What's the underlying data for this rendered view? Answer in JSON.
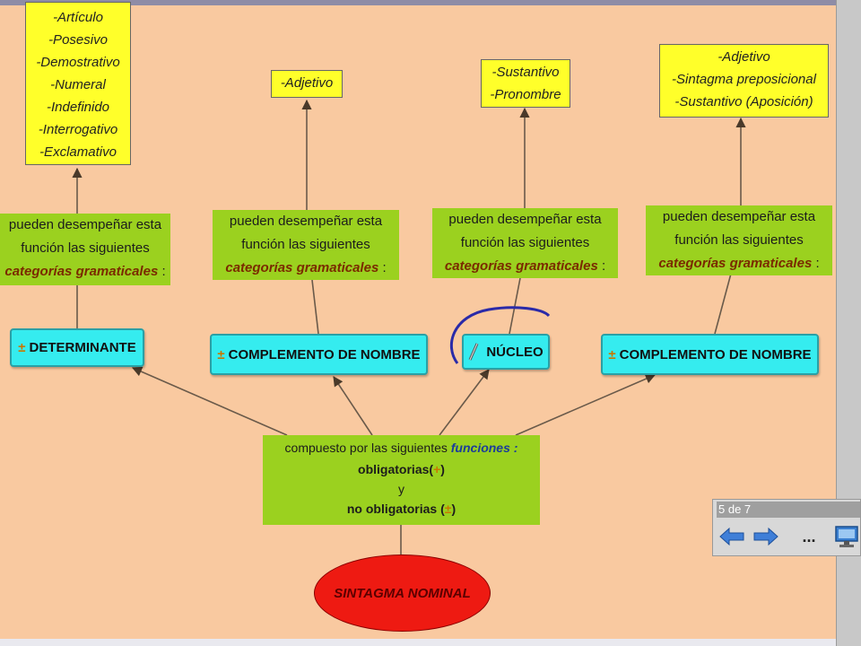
{
  "top_boxes": {
    "determinante": [
      "-Artículo",
      "-Posesivo",
      "-Demostrativo",
      "-Numeral",
      "-Indefinido",
      "-Interrogativo",
      "-Exclamativo"
    ],
    "complemento_1": [
      "-Adjetivo"
    ],
    "nucleo": [
      "-Sustantivo",
      "-Pronombre"
    ],
    "complemento_2": [
      "-Adjetivo",
      "-Sintagma preposicional",
      "-Sustantivo (Aposición)"
    ]
  },
  "green_boxes": [
    {
      "line1": "pueden desempeñar esta",
      "line2": "función las siguientes",
      "line3": "categorías gramaticales",
      "line3_suffix": " :"
    },
    {
      "line1": "pueden desempeñar esta",
      "line2": "función las siguientes",
      "line3": "categorías gramaticales",
      "line3_suffix": " :"
    },
    {
      "line1": "pueden desempeñar esta",
      "line2": "función las siguientes",
      "line3": "categorías gramaticales",
      "line3_suffix": " :"
    },
    {
      "line1": "pueden desempeñar esta",
      "line2": "función las siguientes",
      "line3": "categorías gramaticales",
      "line3_suffix": " :"
    }
  ],
  "functions": [
    {
      "symbol": "±",
      "label": "DETERMINANTE"
    },
    {
      "symbol": "±",
      "label": "COMPLEMENTO DE NOMBRE"
    },
    {
      "symbol": "",
      "label": "NÚCLEO"
    },
    {
      "symbol": "±",
      "label": "COMPLEMENTO DE NOMBRE"
    }
  ],
  "center": {
    "line1_prefix": "compuesto por las siguientes",
    "line1_emph": "funciones",
    "line1_suffix": " :",
    "obligatorias": "obligatorias",
    "obligatorias_symbol": "+",
    "y": "y",
    "no_obligatorias": "no obligatorias",
    "no_obligatorias_symbol": "±"
  },
  "root": {
    "label": "SINTAGMA NOMINAL"
  },
  "nav": {
    "counter": "5 de 7",
    "more_label": "...",
    "prev_icon": "arrow-left-icon",
    "next_icon": "arrow-right-icon",
    "screen_icon": "monitor-icon"
  },
  "colors": {
    "background": "#f9c9a0",
    "yellow": "#ffff2a",
    "green": "#9bd11f",
    "cyan": "#35ecef",
    "red": "#ee1a12",
    "annotation": "#2a2aa8"
  }
}
